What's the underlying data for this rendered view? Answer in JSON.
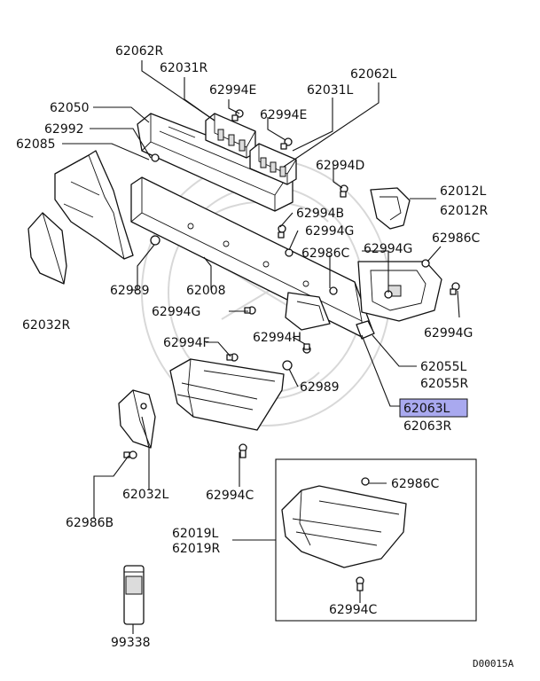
{
  "diagram": {
    "code": "D00015A",
    "highlight_color": "#a9a9ef",
    "labels": {
      "p62062R": "62062R",
      "p62031R": "62031R",
      "p62994E_a": "62994E",
      "p62031L": "62031L",
      "p62062L": "62062L",
      "p62050": "62050",
      "p62994E_b": "62994E",
      "p62992": "62992",
      "p62085": "62085",
      "p62994D": "62994D",
      "p62012L": "62012L",
      "p62012R": "62012R",
      "p62994B": "62994B",
      "p62994G_a": "62994G",
      "p62986C_a": "62986C",
      "p62994G_b": "62994G",
      "p62986C_b": "62986C",
      "p62032R": "62032R",
      "p62989_a": "62989",
      "p62008": "62008",
      "p62994G_c": "62994G",
      "p62994G_d": "62994G",
      "p62994F": "62994F",
      "p62994H": "62994H",
      "p62989_b": "62989",
      "p62055L": "62055L",
      "p62055R": "62055R",
      "p62063L": "62063L",
      "p62063R": "62063R",
      "p62986C_c": "62986C",
      "p62032L": "62032L",
      "p62994C_a": "62994C",
      "p62986B": "62986B",
      "p62019L": "62019L",
      "p62019R": "62019R",
      "p62994C_b": "62994C",
      "p99338": "99338"
    }
  }
}
